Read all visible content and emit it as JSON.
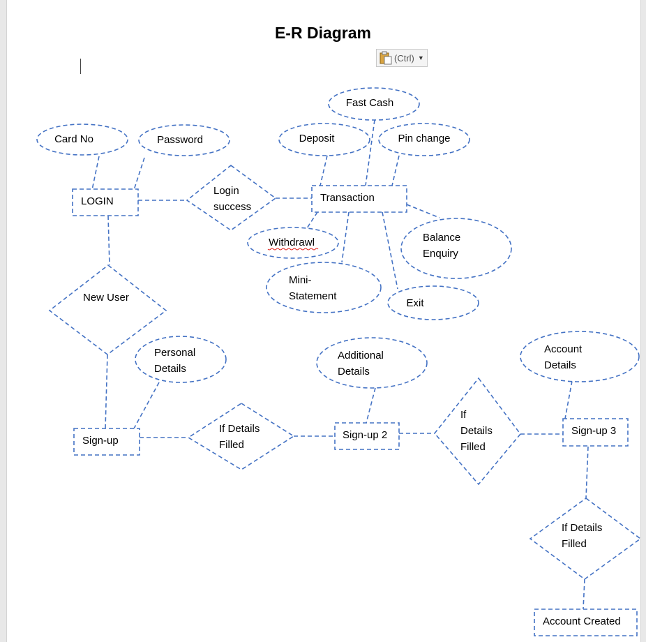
{
  "title": "E-R Diagram",
  "paste_options": {
    "label": "(Ctrl)",
    "icon": "clipboard-icon"
  },
  "colors": {
    "line": "#4472c4",
    "text": "#000000",
    "spellcheck": "#e0201a"
  },
  "nodes": {
    "card_no": "Card No",
    "password": "Password",
    "login": "LOGIN",
    "login_success": [
      "Login",
      "success"
    ],
    "fast_cash": "Fast Cash",
    "deposit": "Deposit",
    "pin_change": "Pin change",
    "transaction": "Transaction",
    "withdrawl": "Withdrawl",
    "balance_enquiry": [
      "Balance",
      "Enquiry"
    ],
    "mini_statement": [
      "Mini-",
      "Statement"
    ],
    "exit": "Exit",
    "new_user": "New User",
    "personal_details": [
      "Personal",
      "Details"
    ],
    "signup": "Sign-up",
    "if_details_filled_1": [
      "If Details",
      "Filled"
    ],
    "additional_details": [
      "Additional",
      "Details"
    ],
    "signup2": "Sign-up 2",
    "if_details_filled_2": [
      "If",
      "Details",
      "Filled"
    ],
    "account_details": [
      "Account",
      "Details"
    ],
    "signup3": "Sign-up 3",
    "if_details_filled_3": [
      "If Details",
      "Filled"
    ],
    "account_created": "Account Created"
  }
}
